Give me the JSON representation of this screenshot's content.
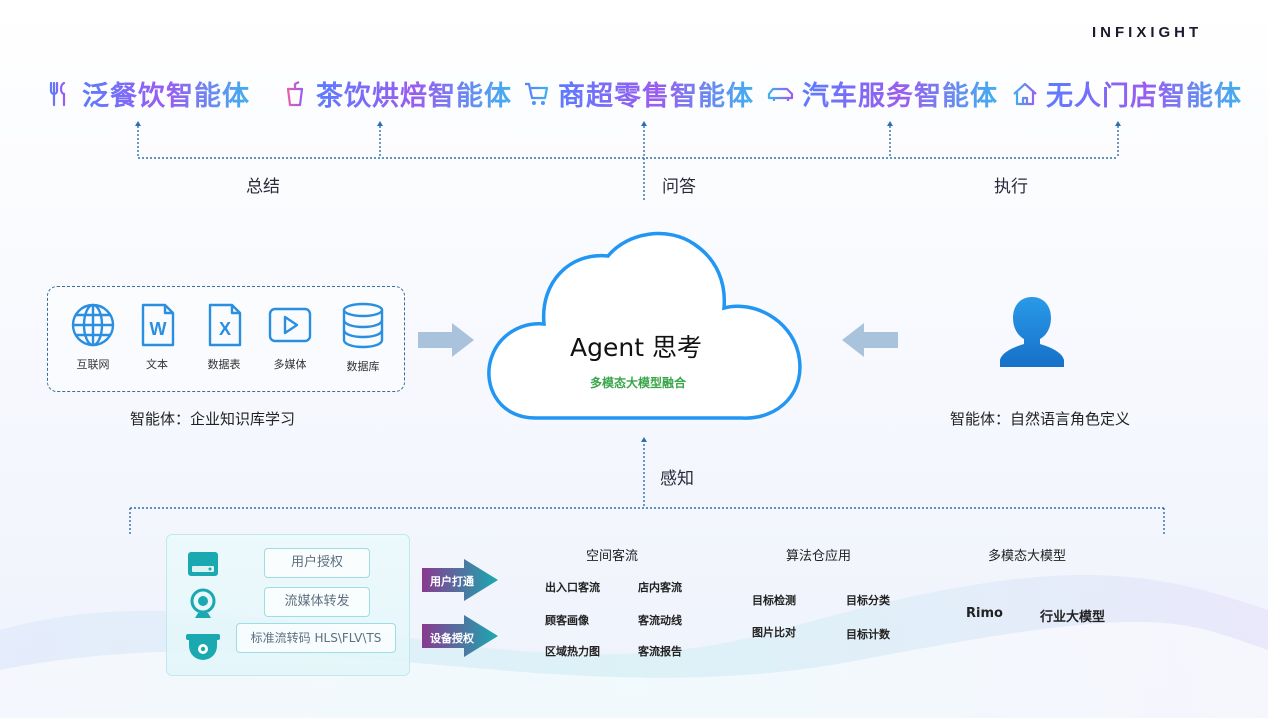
{
  "brand": "INFIXIGHT",
  "agents": [
    {
      "label": "泛餐饮智能体",
      "icon": "utensils-icon"
    },
    {
      "label": "茶饮烘焙智能体",
      "icon": "drink-cup-icon"
    },
    {
      "label": "商超零售智能体",
      "icon": "shopping-cart-icon"
    },
    {
      "label": "汽车服务智能体",
      "icon": "car-icon"
    },
    {
      "label": "无人门店智能体",
      "icon": "house-icon"
    }
  ],
  "flow_labels": {
    "summary": "总结",
    "qa": "问答",
    "execute": "执行",
    "perceive": "感知"
  },
  "cloud": {
    "title": "Agent 思考",
    "subtitle": "多模态大模型融合"
  },
  "sources": {
    "items": [
      "互联网",
      "文本",
      "数据表",
      "多媒体",
      "数据库"
    ],
    "caption": "智能体：企业知识库学习"
  },
  "persona": {
    "caption": "智能体：自然语言角色定义"
  },
  "device_panel": {
    "pills": [
      "用户授权",
      "流媒体转发",
      "标准流转码 HLS\\FLV\\TS"
    ],
    "arrows": [
      "用户打通",
      "设备授权"
    ]
  },
  "columns": [
    {
      "title": "空间客流",
      "cells": [
        "出入口客流",
        "店内客流",
        "顾客画像",
        "客流动线",
        "区域热力图",
        "客流报告"
      ]
    },
    {
      "title": "算法仓应用",
      "cells": [
        "目标检测",
        "目标分类",
        "图片比对",
        "目标计数"
      ]
    },
    {
      "title": "多模态大模型",
      "cells": [
        "Rimo",
        "行业大模型"
      ]
    }
  ],
  "colors": {
    "accent_blue": "#2a8fe0",
    "cloud_stroke": "#2196f3",
    "arrow_magenta": "#8a3a8f",
    "arrow_teal": "#1aa9b0"
  }
}
